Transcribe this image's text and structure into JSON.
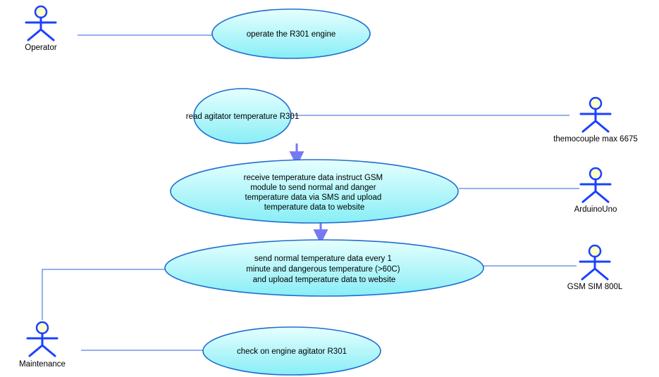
{
  "colors": {
    "usecase_fill_top": "#e6ffff",
    "usecase_fill_bottom": "#88eef6",
    "usecase_stroke": "#1e6fd0",
    "actor_stroke": "#1a40ff",
    "actor_head_fill": "#ffffc8",
    "association_line": "#2a62e0",
    "include_arrow": "#7878f0"
  },
  "actors": {
    "operator": {
      "label": "Operator",
      "icon": "stick-figure-actor"
    },
    "thermocouple": {
      "label": "themocouple max 6675",
      "icon": "stick-figure-actor"
    },
    "arduino": {
      "label": "ArduinoUno",
      "icon": "stick-figure-actor"
    },
    "gsm": {
      "label": "GSM SIM 800L",
      "icon": "stick-figure-actor"
    },
    "maintenance": {
      "label": "Maintenance",
      "icon": "stick-figure-actor"
    }
  },
  "use_cases": {
    "operate": {
      "lines": [
        "operate the R301 engine"
      ]
    },
    "read": {
      "lines": [
        "read agitator temperature R301"
      ]
    },
    "receive": {
      "lines": [
        "receive temperature data instruct GSM",
        "module to send normal and danger",
        "temperature data via SMS and upload",
        "temperature data to website"
      ]
    },
    "send": {
      "lines": [
        "send normal temperature data every 1",
        "minute and dangerous temperature (>60C)",
        "and upload temperature data to website"
      ]
    },
    "check": {
      "lines": [
        "check on engine agitator R301"
      ]
    }
  }
}
